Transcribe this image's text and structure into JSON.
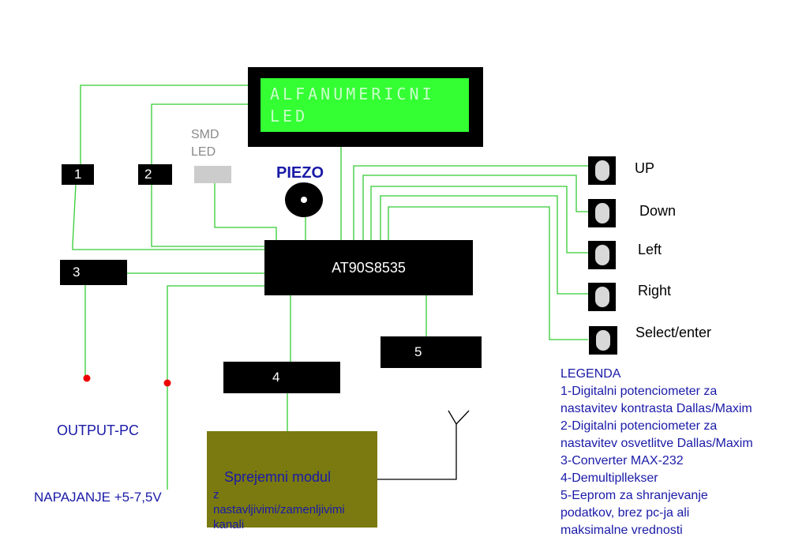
{
  "lcd": {
    "line1": "ALFANUMERICNI",
    "line2": "LED"
  },
  "smd": {
    "line1": "SMD",
    "line2": "LED"
  },
  "piezo": "PIEZO",
  "mcu": "AT90S8535",
  "blocks": {
    "b1": "1",
    "b2": "2",
    "b3": "3",
    "b4": "4",
    "b5": "5"
  },
  "buttons": [
    "UP",
    "Down",
    "Left",
    "Right",
    "Select/enter"
  ],
  "output_pc": "OUTPUT-PC",
  "power": "NAPAJANJE +5-7,5V",
  "module": {
    "title": "Sprejemni modul",
    "line2": "z",
    "line3": "nastavljivimi/zamenljivimi",
    "line4": "kanali"
  },
  "legend": {
    "title": "LEGENDA",
    "lines": [
      "1-Digitalni potenciometer za",
      "nastavitev kontrasta Dallas/Maxim",
      "2-Digitalni potenciometer za",
      "nastavitev osvetlitve Dallas/Maxim",
      "3-Converter MAX-232",
      "4-Demultipllekser",
      "5-Eeprom za shranjevanje",
      "podatkov, brez pc-ja ali",
      "maksimalne vrednosti"
    ]
  },
  "colors": {
    "wire": "#33cc33",
    "dot": "#ee0000",
    "label_blue": "#1a1aa8",
    "module": "#7a7a10",
    "lcd_green": "#33ff33"
  }
}
